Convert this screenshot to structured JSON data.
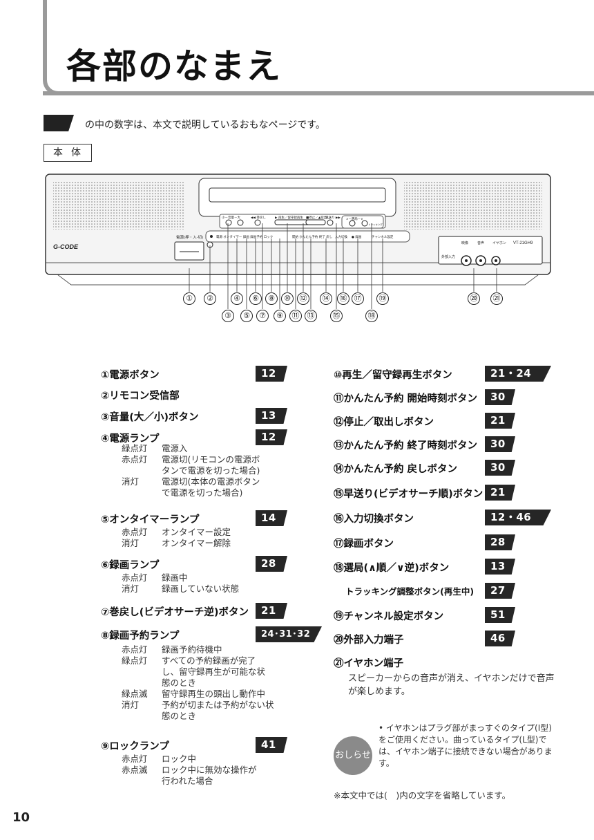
{
  "page_title": "各部のなまえ",
  "legend_text": "の中の数字は、本文で説明しているおもなページです。",
  "section_label": "本体",
  "device": {
    "brand_logo": "G-CODE",
    "model": "VT-21GH9",
    "power_label": "電源(押・入-切)",
    "volume_label": "小－音量－大",
    "rewind_label": "◀◀ 巻戻し",
    "play_label": "▶ 再生／留守録再生",
    "stop_label": "■停止／▲取出し",
    "ff_label": "早送り ▶▶",
    "channel_label": "∧－選局－∨",
    "tracking_label": "トラッキング",
    "lamp_labels": "電源  オンタイマー 録画  録画予約 ロック",
    "easy_reserve": "開始 かんたん予約 終了 戻し",
    "input_switch": "入力切換",
    "record": "● 録画",
    "channel_setting": "チャンネル設定",
    "ext_input": "外部入力",
    "video": "映像",
    "audio": "音声",
    "earphone": "イヤホン",
    "callout_numbers_top": [
      "①",
      "②",
      "④",
      "⑥",
      "⑧",
      "⑩",
      "⑫",
      "⑭",
      "⑯",
      "⑰",
      "⑲",
      "⑳",
      "㉑"
    ],
    "callout_numbers_bottom": [
      "③",
      "⑤",
      "⑦",
      "⑨",
      "⑪",
      "⑬",
      "⑮",
      "⑱"
    ]
  },
  "items_left": [
    {
      "num": "①",
      "label": "電源ボタン",
      "page": "12"
    },
    {
      "num": "②",
      "label": "リモコン受信部",
      "page": ""
    },
    {
      "num": "③",
      "label": "音量(大／小)ボタン",
      "page": "13"
    },
    {
      "num": "④",
      "label": "電源ランプ",
      "page": "12"
    },
    {
      "num": "⑤",
      "label": "オンタイマーランプ",
      "page": "14"
    },
    {
      "num": "⑥",
      "label": "録画ランプ",
      "page": "28"
    },
    {
      "num": "⑦",
      "label": "巻戻し(ビデオサーチ逆)ボタン",
      "page": "21"
    },
    {
      "num": "⑧",
      "label": "録画予約ランプ",
      "page": "24･31･32"
    },
    {
      "num": "⑨",
      "label": "ロックランプ",
      "page": "41"
    }
  ],
  "details": {
    "d4": [
      {
        "k": "緑点灯",
        "v": "電源入"
      },
      {
        "k": "赤点灯",
        "v": "電源切(リモコンの電源ボ"
      },
      {
        "k": "",
        "v": "タンで電源を切った場合)"
      },
      {
        "k": "消灯",
        "v": "電源切(本体の電源ボタン"
      },
      {
        "k": "",
        "v": "で電源を切った場合)"
      }
    ],
    "d5": [
      {
        "k": "赤点灯",
        "v": "オンタイマー設定"
      },
      {
        "k": "消灯",
        "v": "オンタイマー解除"
      }
    ],
    "d6": [
      {
        "k": "赤点灯",
        "v": "録画中"
      },
      {
        "k": "消灯",
        "v": "録画していない状態"
      }
    ],
    "d8": [
      {
        "k": "赤点灯",
        "v": "録画予約待機中"
      },
      {
        "k": "緑点灯",
        "v": "すべての予約録画が完了"
      },
      {
        "k": "",
        "v": "し、留守録再生が可能な状"
      },
      {
        "k": "",
        "v": "態のとき"
      },
      {
        "k": "緑点滅",
        "v": "留守録再生の頭出し動作中"
      },
      {
        "k": "消灯",
        "v": "予約が切または予約がない状"
      },
      {
        "k": "",
        "v": "態のとき"
      }
    ],
    "d9": [
      {
        "k": "赤点灯",
        "v": "ロック中"
      },
      {
        "k": "赤点滅",
        "v": "ロック中に無効な操作が"
      },
      {
        "k": "",
        "v": "行われた場合"
      }
    ]
  },
  "items_right": [
    {
      "num": "⑩",
      "label": "再生／留守録再生ボタン",
      "page": "21・24"
    },
    {
      "num": "⑪",
      "label": "かんたん予約 開始時刻ボタン",
      "page": "30"
    },
    {
      "num": "⑫",
      "label": "停止／取出しボタン",
      "page": "21"
    },
    {
      "num": "⑬",
      "label": "かんたん予約 終了時刻ボタン",
      "page": "30"
    },
    {
      "num": "⑭",
      "label": "かんたん予約 戻しボタン",
      "page": "30"
    },
    {
      "num": "⑮",
      "label": "早送り(ビデオサーチ順)ボタン",
      "page": "21"
    },
    {
      "num": "⑯",
      "label": "入力切換ボタン",
      "page": "12・46"
    },
    {
      "num": "⑰",
      "label": "録画ボタン",
      "page": "28"
    },
    {
      "num": "⑱",
      "label": "選局(∧順／∨逆)ボタン",
      "page": "13"
    },
    {
      "num": "",
      "label": "トラッキング調整ボタン(再生中)",
      "page": "27"
    },
    {
      "num": "⑲",
      "label": "チャンネル設定ボタン",
      "page": "51"
    },
    {
      "num": "⑳",
      "label": "外部入力端子",
      "page": "46"
    },
    {
      "num": "㉑",
      "label": "イヤホン端子",
      "page": ""
    }
  ],
  "desc21": "スピーカーからの音声が消え、イヤホンだけで音声が楽しめます。",
  "notice": {
    "badge": "おしらせ",
    "text": "• イヤホンはプラグ部がまっすぐのタイプ(I型)をご使用ください。曲っているタイプ(L型)では、イヤホン端子に接続できない場合があります。"
  },
  "footnote": "※本文中では(　)内の文字を省略しています。",
  "page_number": "10"
}
